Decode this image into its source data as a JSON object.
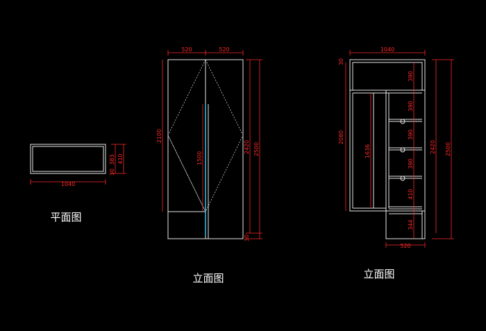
{
  "plan": {
    "title": "平面图",
    "dims": {
      "width": "1040",
      "d383": "383",
      "d30": "30",
      "d410": "410"
    }
  },
  "elevation1": {
    "title": "立面图",
    "dims": {
      "w_left": "520",
      "w_right": "520",
      "h2100": "2100",
      "h1500": "1500",
      "h2420": "2420",
      "h2500": "2500",
      "h30": "30"
    }
  },
  "elevation2": {
    "title": "立面图",
    "dims": {
      "top_width": "1040",
      "top_30": "30",
      "h2080": "2080",
      "h1636": "1636",
      "s1": "390",
      "s2": "390",
      "s3": "390",
      "s4": "390",
      "s5": "410",
      "s6": "344",
      "bottom_width": "520",
      "h2420": "2420",
      "h2500": "2500"
    }
  },
  "colors": {
    "background": "#000000",
    "lines": "#e8e8e8",
    "dimensions": "#ff2a2a",
    "handle": "#33b3d9"
  }
}
